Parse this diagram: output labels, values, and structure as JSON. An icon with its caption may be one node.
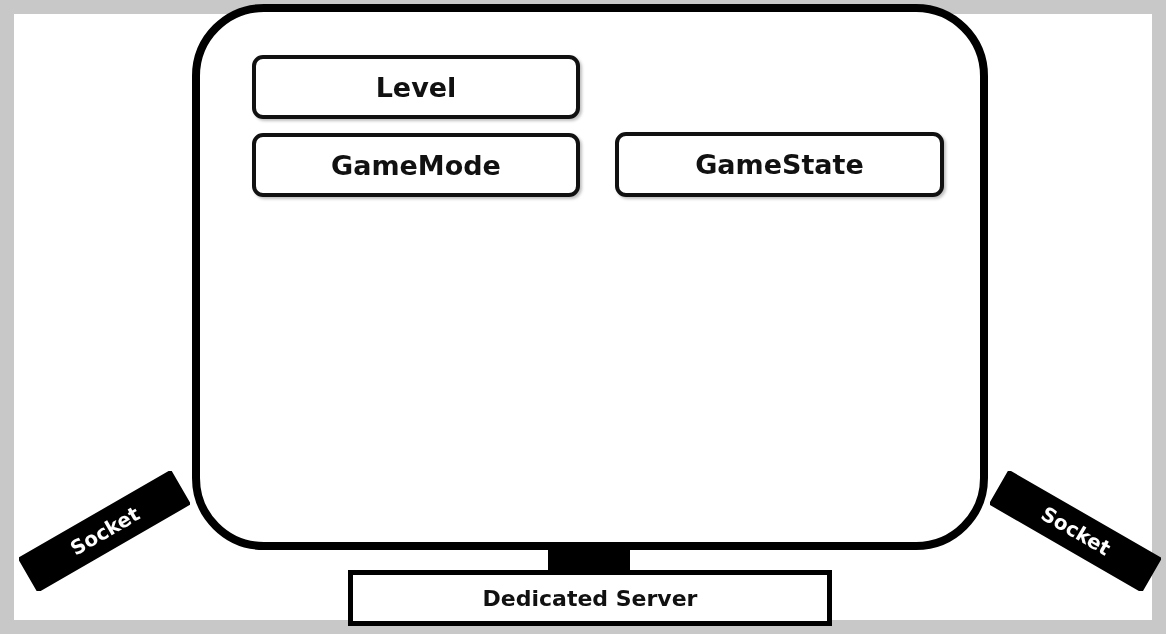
{
  "diagram": {
    "nodes": [
      {
        "text": [],
        "shape": "box"
      },
      {
        "text": [
          "Level"
        ],
        "in": 0
      },
      {
        "text": [
          "GameMode"
        ],
        "in": 0
      },
      {
        "text": [
          "GameState"
        ],
        "in": 0
      },
      {
        "text": [
          "Socket"
        ]
      },
      {
        "text": [
          "Socket"
        ]
      },
      {
        "text": [],
        "shape": "bar"
      },
      {
        "text": [
          "Dedicated Server"
        ]
      }
    ]
  }
}
